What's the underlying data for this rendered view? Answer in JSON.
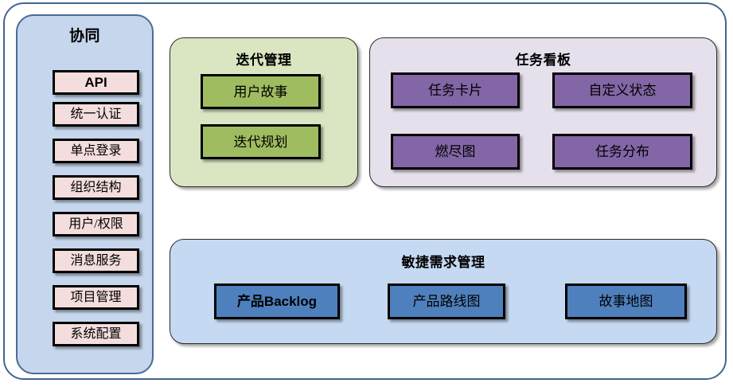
{
  "diagram": {
    "sidebar": {
      "title": "协同",
      "items": [
        {
          "label": "API",
          "bold": true
        },
        {
          "label": "统一认证",
          "bold": false
        },
        {
          "label": "单点登录",
          "bold": false
        },
        {
          "label": "组织结构",
          "bold": false
        },
        {
          "label": "用户/权限",
          "bold": false
        },
        {
          "label": "消息服务",
          "bold": false
        },
        {
          "label": "项目管理",
          "bold": false
        },
        {
          "label": "系统配置",
          "bold": false
        }
      ]
    },
    "iteration": {
      "title": "迭代管理",
      "items": [
        {
          "label": "用户故事"
        },
        {
          "label": "迭代规划"
        }
      ]
    },
    "taskboard": {
      "title": "任务看板",
      "items": [
        {
          "label": "任务卡片"
        },
        {
          "label": "自定义状态"
        },
        {
          "label": "燃尽图"
        },
        {
          "label": "任务分布"
        }
      ]
    },
    "agile": {
      "title": "敏捷需求管理",
      "items": [
        {
          "label": "产品Backlog"
        },
        {
          "label": "产品路线图"
        },
        {
          "label": "故事地图"
        }
      ]
    }
  },
  "colors": {
    "frame_border": "#44648f",
    "sidebar_fill": "#c6d6ec",
    "sidebar_border": "#4a6b95",
    "pink_box": "#f4dddd",
    "iteration_fill": "#dae6c2",
    "green_box": "#9fbd60",
    "taskboard_fill": "#e6e0ed",
    "purple_box": "#8366a6",
    "agile_fill": "#c6d9f2",
    "blue_box": "#4e80bd",
    "box_border": "#000000"
  }
}
